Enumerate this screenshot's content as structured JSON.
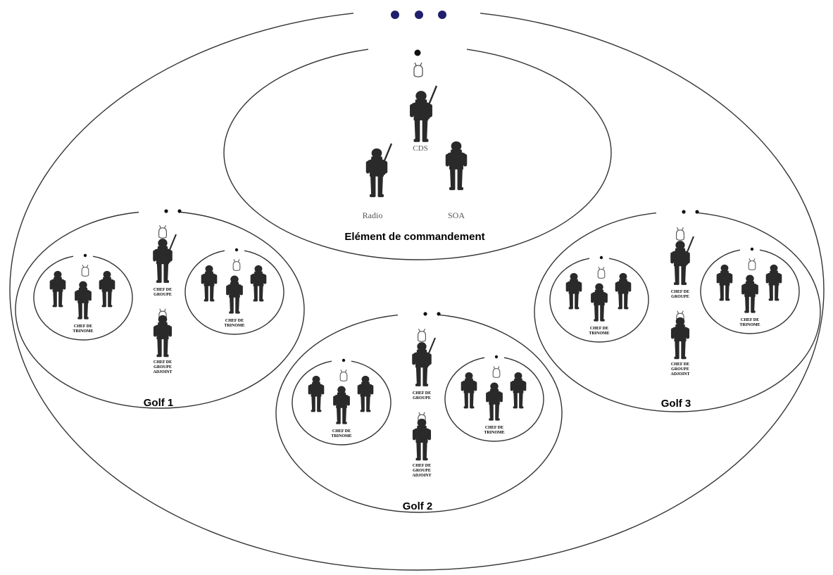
{
  "command": {
    "title": "Elément de commandement",
    "cds_label": "CDS",
    "radio_label": "Radio",
    "soa_label": "SOA"
  },
  "groups": [
    {
      "id": "golf1",
      "name": "Golf 1",
      "chef_groupe": [
        "CHEF DE",
        "GROUPE"
      ],
      "chef_adjoint": [
        "CHEF DE",
        "GROUPE",
        "ADJOINT"
      ],
      "trinome_left": [
        "CHEF DE",
        "TRINOME"
      ],
      "trinome_right": [
        "CHEF DE",
        "TRINOME"
      ]
    },
    {
      "id": "golf2",
      "name": "Golf 2",
      "chef_groupe": [
        "CHEF DE",
        "GROUPE"
      ],
      "chef_adjoint": [
        "CHEF DE",
        "GROUPE",
        "ADJOINT"
      ],
      "trinome_left": [
        "CHEF DE",
        "TRINOME"
      ],
      "trinome_right": [
        "CHEF DE",
        "TRINOME"
      ]
    },
    {
      "id": "golf3",
      "name": "Golf 3",
      "chef_groupe": [
        "CHEF DE",
        "GROUPE"
      ],
      "chef_adjoint": [
        "CHEF DE",
        "GROUPE",
        "ADJOINT"
      ],
      "trinome_left": [
        "CHEF DE",
        "TRINOME"
      ],
      "trinome_right": [
        "CHEF DE",
        "TRINOME"
      ]
    }
  ],
  "colors": {
    "outline": "#333333",
    "figure": "#2a2a2a",
    "rank_dot_blue": "#1f1f6e",
    "rank_dot": "#111111",
    "text": "#000000",
    "small_text": "#555555"
  },
  "icons": {
    "rank": "rank-dot-icon",
    "radio": "radio-handset-icon",
    "soldier": "soldier-icon",
    "soldier_rifle": "soldier-with-rifle-icon"
  }
}
